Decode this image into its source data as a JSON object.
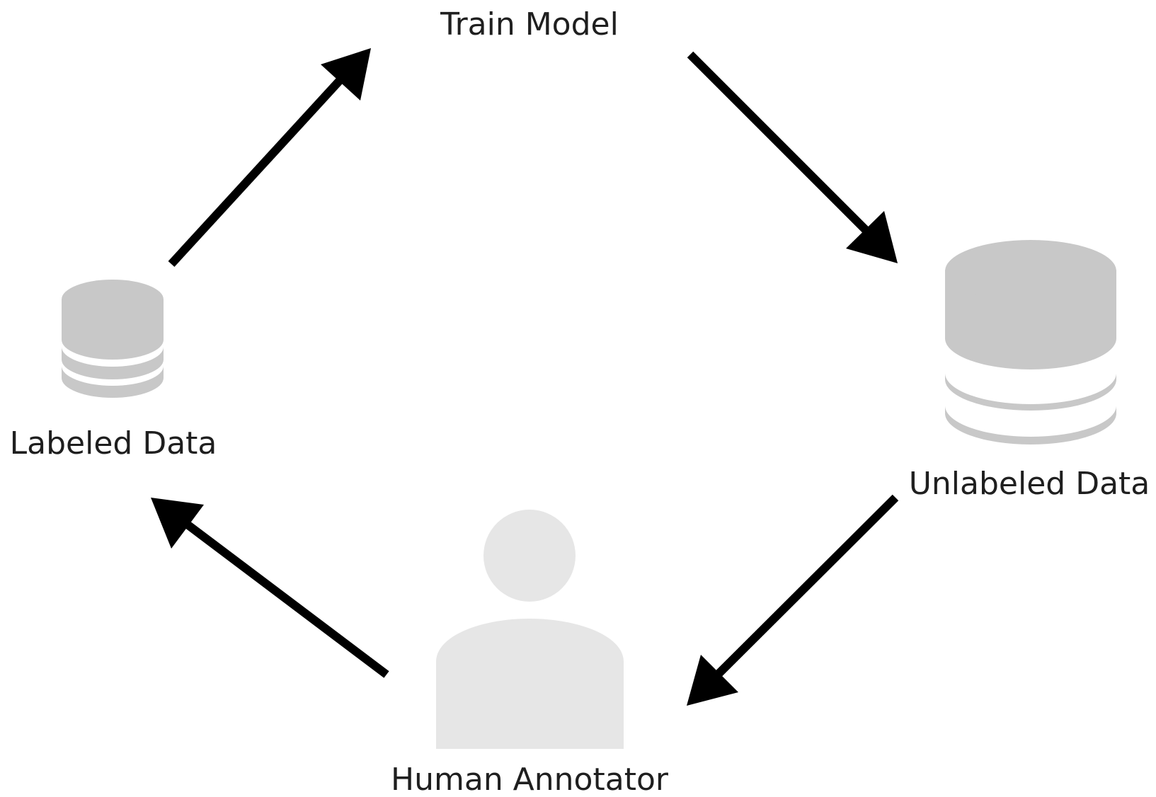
{
  "nodes": {
    "train_model": {
      "label": "Train Model"
    },
    "labeled_data": {
      "label": "Labeled Data",
      "icon": "database-icon"
    },
    "unlabeled_data": {
      "label": "Unlabeled Data",
      "icon": "database-icon"
    },
    "human_annotator": {
      "label": "Human Annotator",
      "icon": "person-icon"
    }
  },
  "colors": {
    "database": "#c8c8c8",
    "person": "#e6e6e6",
    "arrow": "#000000",
    "text": "#1f1f1f"
  }
}
